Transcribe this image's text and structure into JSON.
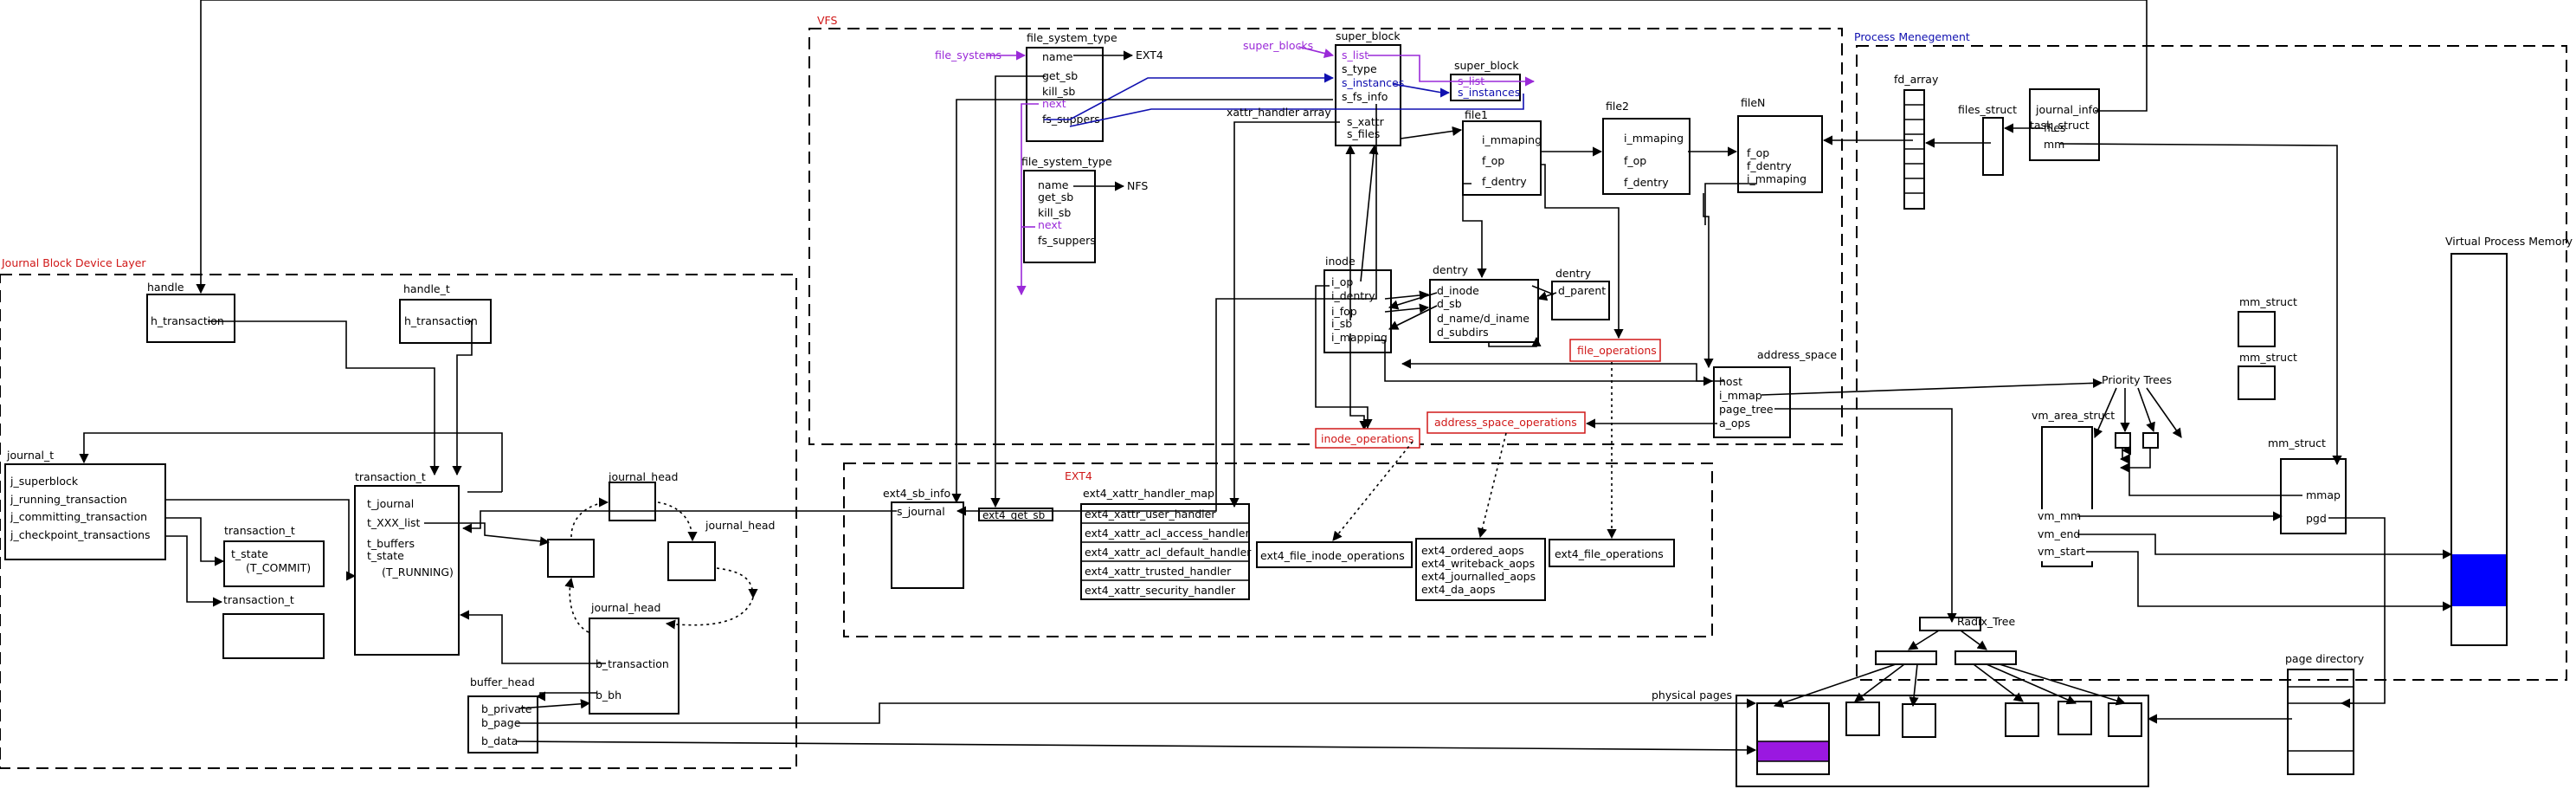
{
  "regions": {
    "vfs": "VFS",
    "process": "Process Menegement",
    "jbd": "Journal Block Device Layer",
    "ext4": "EXT4"
  },
  "vfs": {
    "file_system_type_title": "file_system_type",
    "fst1": [
      "name",
      "get_sb",
      "kill_sb",
      "next",
      "fs_suppers"
    ],
    "ext4_label": "EXT4",
    "file_systems_label": "file_systems",
    "fst2_title": "file_system_type",
    "fst2": [
      "name",
      "get_sb",
      "kill_sb",
      "next",
      "fs_suppers"
    ],
    "nfs_label": "NFS",
    "super_blocks_label": "super_blocks",
    "super_block_title": "super_block",
    "sb1": [
      "s_list",
      "s_type",
      "s_instances",
      "s_fs_info",
      "s_xattr",
      "s_files"
    ],
    "super_block2_title": "super_block",
    "sb2": [
      "s_list",
      "s_instances"
    ],
    "xattr_array_label": "xattr_handler array",
    "file1_title": "file1",
    "file1": [
      "i_mmaping",
      "f_op",
      "f_dentry"
    ],
    "file2_title": "file2",
    "file2": [
      "i_mmaping",
      "f_op",
      "f_dentry"
    ],
    "fileN_title": "fileN",
    "fileN": [
      "f_op",
      "f_dentry",
      "i_mmaping"
    ],
    "inode_title": "inode",
    "inode": [
      "i_op",
      "i_dentry",
      "i_fop",
      "i_sb",
      "i_mapping"
    ],
    "dentry_title": "dentry",
    "dentry": [
      "d_inode",
      "d_sb",
      "d_name/d_iname",
      "d_subdirs"
    ],
    "dentry2_title": "dentry",
    "dentry2": [
      "d_parent"
    ],
    "file_operations": "file_operations",
    "inode_operations": "inode_operations",
    "address_space_operations": "address_space_operations",
    "address_space_title": "address_space",
    "address_space": [
      "host",
      "i_mmap",
      "page_tree",
      "a_ops"
    ]
  },
  "ext4": {
    "sb_info_title": "ext4_sb_info",
    "sb_info": [
      "s_journal"
    ],
    "get_sb": "ext4_get_sb",
    "handler_map_title": "ext4_xattr_handler_map",
    "handlers": [
      "ext4_xattr_user_handler",
      "ext4_xattr_acl_access_handler",
      "ext4_xattr_acl_default_handler",
      "ext4_xattr_trusted_handler",
      "ext4_xattr_security_handler"
    ],
    "inode_ops": "ext4_file_inode_operations",
    "aops": [
      "ext4_ordered_aops",
      "ext4_writeback_aops",
      "ext4_journalled_aops",
      "ext4_da_aops"
    ],
    "file_ops": "ext4_file_operations"
  },
  "process": {
    "fd_array": "fd_array",
    "files_struct": "files_struct",
    "task_struct_title": "task_struct",
    "task_struct": [
      "journal_info",
      "files",
      "mm"
    ],
    "priority_trees": "Priority Trees",
    "mm_struct_a": "mm_struct",
    "mm_struct_b": "mm_struct",
    "vm_area_struct_title": "vm_area_struct",
    "vm_area_struct": [
      "vm_mm",
      "vm_end",
      "vm_start"
    ],
    "mm_struct_title": "mm_struct",
    "mm_struct": [
      "mmap",
      "pgd"
    ],
    "radix_tree": "Radix_Tree",
    "virtual_memory": "Virtual Process Memory",
    "page_directory": "page directory",
    "physical_pages": "physical pages"
  },
  "jbd": {
    "handle_title": "handle",
    "handle": [
      "h_transaction"
    ],
    "handle_t_title": "handle_t",
    "handle_t": [
      "h_transaction"
    ],
    "journal_t_title": "journal_t",
    "journal_t": [
      "j_superblock",
      "j_running_transaction",
      "j_committing_transaction",
      "j_checkpoint_transactions"
    ],
    "transaction_t_title": "transaction_t",
    "transaction_t": [
      "t_journal",
      "t_XXX_list",
      "t_buffers",
      "t_state",
      "(T_RUNNING)"
    ],
    "transaction_t2_title": "transaction_t",
    "transaction_t2": [
      "t_state",
      "(T_COMMIT)"
    ],
    "transaction_t3_title": "transaction_t",
    "journal_head_a": "journal_head",
    "journal_head_b": "journal_head",
    "journal_head_c_title": "journal_head",
    "journal_head_c": [
      "b_transaction",
      "b_bh"
    ],
    "buffer_head_title": "buffer_head",
    "buffer_head": [
      "b_private",
      "b_page",
      "b_data"
    ]
  },
  "colors": {
    "region_label": "#d01818",
    "process_label": "#1010b0",
    "purple_link": "#9a2ad8",
    "memory_block": "#0000ff",
    "page_fill": "#9a18e0"
  }
}
